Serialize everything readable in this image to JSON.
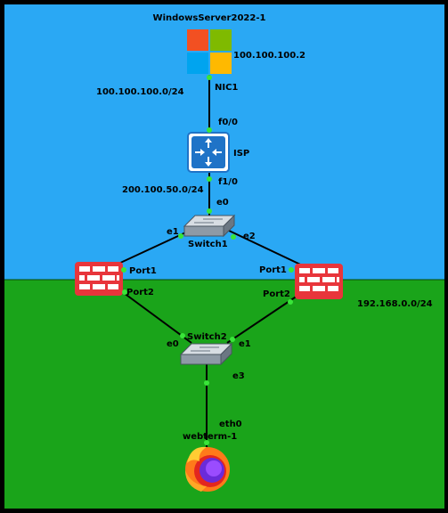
{
  "colors": {
    "frame": "#000000",
    "top_zone": "#2aa8f4",
    "bottom_zone": "#1aa41a",
    "link": "#000000",
    "port_dot": "#39e639",
    "firewall": "#e8353b",
    "router": "#1f73c7"
  },
  "nodes": {
    "windows_server": {
      "label": "WindowsServer2022-1",
      "ip": "100.100.100.2",
      "icon": "windows-logo-icon"
    },
    "isp": {
      "label": "ISP",
      "icon": "router-icon"
    },
    "switch1": {
      "label": "Switch1",
      "icon": "switch-icon"
    },
    "switch2": {
      "label": "Switch2",
      "icon": "switch-icon"
    },
    "firewall_left": {
      "icon": "firewall-icon"
    },
    "firewall_right": {
      "icon": "firewall-icon"
    },
    "webterm": {
      "label": "webterm-1",
      "icon": "firefox-icon"
    }
  },
  "networks": {
    "wan_top": "100.100.100.0/24",
    "wan_mid": "200.100.50.0/24",
    "lan": "192.168.0.0/24"
  },
  "ports": {
    "nic1": "NIC1",
    "isp_f0_0": "f0/0",
    "isp_f1_0": "f1/0",
    "sw1_e0": "e0",
    "sw1_e1": "e1",
    "sw1_e2": "e2",
    "fw_left_port1": "Port1",
    "fw_left_port2": "Port2",
    "fw_right_port1": "Port1",
    "fw_right_port2": "Port2",
    "sw2_e0": "e0",
    "sw2_e1": "e1",
    "sw2_e3": "e3",
    "webterm_eth0": "eth0"
  }
}
